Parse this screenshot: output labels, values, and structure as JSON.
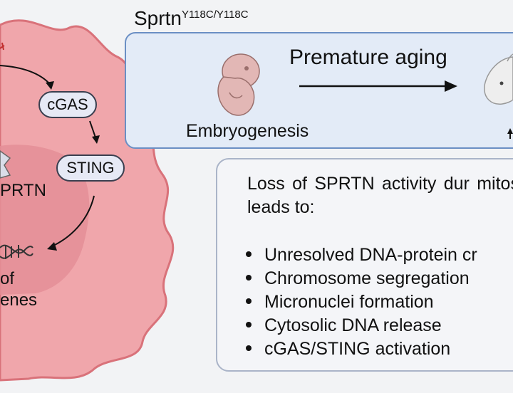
{
  "title": {
    "main": "Sprtn",
    "superscript": "Y118C/Y118C"
  },
  "top_panel": {
    "arrow_label": "Premature aging",
    "stage_label": "Embryogenesis"
  },
  "cell": {
    "pathway": [
      "cGAS",
      "STING"
    ],
    "sprtn_label": "PRTN",
    "genes_line1": "of",
    "genes_line2": "enes"
  },
  "info_box": {
    "lead": "Loss of SPRTN activity dur mitosis leads to:",
    "bullets": [
      "Unresolved DNA-protein cr",
      "Chromosome segregation",
      "Micronuclei formation",
      "Cytosolic DNA release",
      "cGAS/STING activation"
    ]
  },
  "colors": {
    "cell_outer": "#f0a6ab",
    "cell_outline": "#d9727a",
    "nucleus": "#e48e96",
    "top_panel_fill": "#e3ebf7",
    "top_panel_border": "#6b8fc4",
    "pill_fill": "#e6e9f5"
  },
  "icons": [
    "embryo-icon",
    "mouse-icon",
    "dna-icon",
    "arrow-icon"
  ]
}
